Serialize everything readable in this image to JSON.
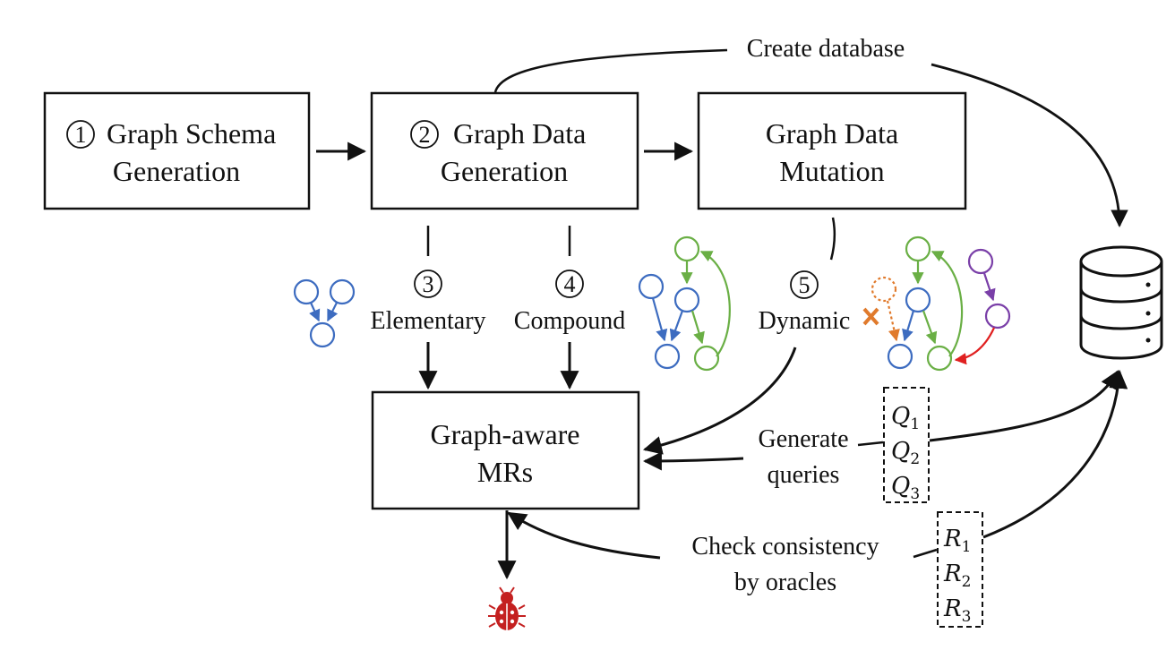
{
  "boxes": {
    "schema": {
      "num": "1",
      "line1": "Graph Schema",
      "line2": "Generation"
    },
    "data": {
      "num": "2",
      "line1": "Graph Data",
      "line2": "Generation"
    },
    "mutation": {
      "line1": "Graph Data",
      "line2": "Mutation"
    },
    "mrs": {
      "line1": "Graph-aware",
      "line2": "MRs"
    }
  },
  "edges": {
    "create_database": "Create database",
    "generate_queries": {
      "line1": "Generate",
      "line2": "queries"
    },
    "check_consistency": {
      "line1": "Check consistency",
      "line2": "by oracles"
    }
  },
  "mr_types": {
    "elementary": {
      "num": "3",
      "label": "Elementary"
    },
    "compound": {
      "num": "4",
      "label": "Compound"
    },
    "dynamic": {
      "num": "5",
      "label": "Dynamic"
    }
  },
  "queries": [
    {
      "sym": "Q",
      "sub": "1"
    },
    {
      "sym": "Q",
      "sub": "2"
    },
    {
      "sym": "Q",
      "sub": "3"
    }
  ],
  "results": [
    {
      "sym": "R",
      "sub": "1"
    },
    {
      "sym": "R",
      "sub": "2"
    },
    {
      "sym": "R",
      "sub": "3"
    }
  ],
  "icons": [
    "database-icon",
    "bug-icon"
  ],
  "colors": {
    "blue": "#3d6cc0",
    "green": "#6aaf45",
    "purple": "#7a3fa8",
    "orange": "#e07a2c",
    "red": "#e02020",
    "bug": "#c42020"
  }
}
